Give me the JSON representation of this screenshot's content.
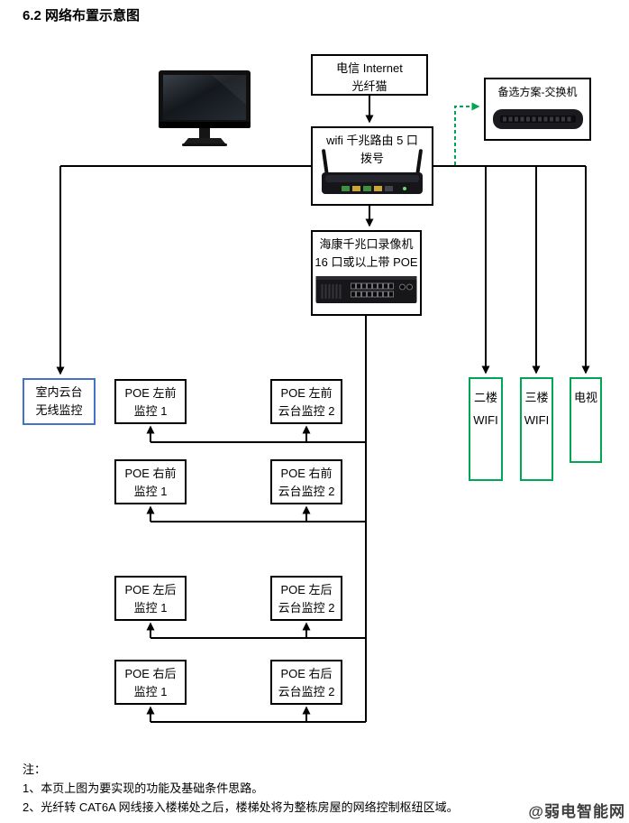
{
  "page": {
    "title": "6.2 网络布置示意图",
    "watermark": "@弱电智能网"
  },
  "nodes": {
    "modem": {
      "line1": "电信 Internet",
      "line2": "光纤猫"
    },
    "switch": {
      "label": "备选方案-交换机"
    },
    "router": {
      "line1": "wifi 千兆路由 5 口",
      "line2": "拨号"
    },
    "nvr": {
      "line1": "海康千兆口录像机",
      "line2": "16 口或以上带 POE"
    },
    "indoor": {
      "line1": "室内云台",
      "line2": "无线监控"
    },
    "poe": [
      {
        "line1": "POE 左前",
        "line2": "监控 1"
      },
      {
        "line1": "POE 左前",
        "line2": "云台监控 2"
      },
      {
        "line1": "POE 右前",
        "line2": "监控 1"
      },
      {
        "line1": "POE 右前",
        "line2": "云台监控 2"
      },
      {
        "line1": "POE 左后",
        "line2": "监控 1"
      },
      {
        "line1": "POE 左后",
        "line2": "云台监控 2"
      },
      {
        "line1": "POE 右后",
        "line2": "监控 1"
      },
      {
        "line1": "POE 右后",
        "line2": "云台监控 2"
      }
    ],
    "wifi2f": {
      "line1": "二楼",
      "line2": "WIFI"
    },
    "wifi3f": {
      "line1": "三楼",
      "line2": "WIFI"
    },
    "tv": {
      "line1": "电视"
    }
  },
  "notes": {
    "heading": "注：",
    "items": [
      "1、本页上图为要实现的功能及基础条件思路。",
      "2、光纤转 CAT6A 网线接入楼梯处之后，楼梯处将为整栋房屋的网络控制枢纽区域。"
    ]
  },
  "colors": {
    "line": "#000000",
    "accent_blue": "#4472C6",
    "accent_green": "#00A651"
  }
}
